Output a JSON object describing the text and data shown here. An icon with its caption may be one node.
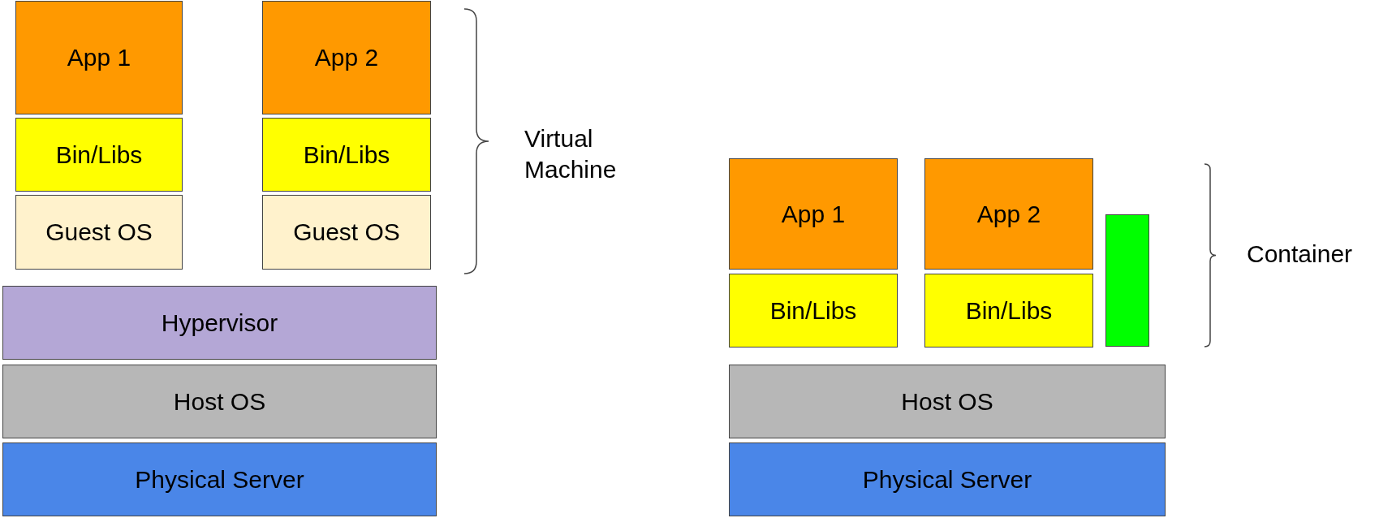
{
  "diagram": {
    "nodes": [
      {
        "text": [
          "App 1"
        ]
      },
      {
        "text": [
          "Bin/Libs"
        ]
      },
      {
        "text": [
          "Guest OS"
        ]
      },
      {
        "text": [
          "App 2"
        ]
      },
      {
        "text": [
          "Bin/Libs"
        ]
      },
      {
        "text": [
          "Guest OS"
        ]
      },
      {
        "text": [
          "Hypervisor"
        ]
      },
      {
        "text": [
          "Host OS"
        ]
      },
      {
        "text": [
          "Physical Server"
        ]
      },
      {
        "text": [
          "App 1"
        ]
      },
      {
        "text": [
          "Bin/Libs"
        ]
      },
      {
        "text": [
          "App 2"
        ]
      },
      {
        "text": [
          "Bin/Libs"
        ]
      },
      {
        "text": [],
        "shape": "box"
      },
      {
        "text": [
          "Host OS"
        ]
      },
      {
        "text": [
          "Physical Server"
        ]
      }
    ],
    "labels": [
      "Virtual Machine",
      "Container"
    ]
  }
}
